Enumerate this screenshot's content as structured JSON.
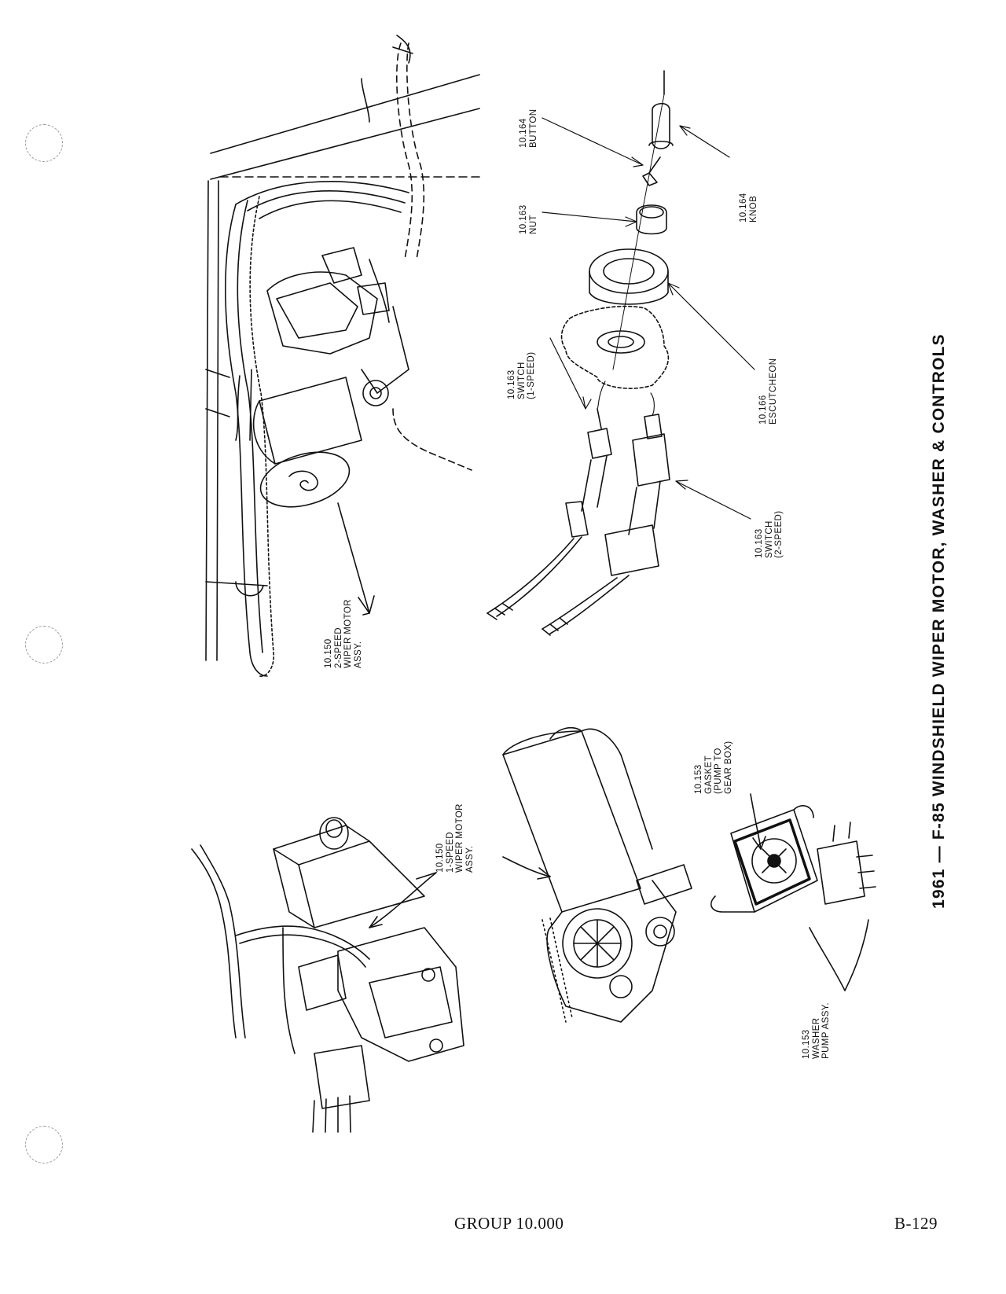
{
  "title": "1961 — F-85 WINDSHIELD WIPER MOTOR, WASHER & CONTROLS",
  "footer": {
    "group": "GROUP 10.000",
    "page": "B-129"
  },
  "callouts": {
    "c1": {
      "num": "10.164",
      "name": "BUTTON"
    },
    "c2": {
      "num": "10.163",
      "name": "NUT"
    },
    "c3": {
      "num": "10.164",
      "name": "KNOB"
    },
    "c4": {
      "num": "10.166",
      "name": "ESCUTCHEON"
    },
    "c5": {
      "num": "10.163",
      "name": "SWITCH",
      "sub": "(1-SPEED)"
    },
    "c6": {
      "num": "10.163",
      "name": "SWITCH",
      "sub": "(2-SPEED)"
    },
    "c7": {
      "num": "10.150",
      "name": "2-SPEED",
      "sub": "WIPER MOTOR",
      "sub2": "ASSY."
    },
    "c8": {
      "num": "10.150",
      "name": "1-SPEED",
      "sub": "WIPER MOTOR",
      "sub2": "ASSY."
    },
    "c9": {
      "num": "10.153",
      "name": "GASKET",
      "sub": "(PUMP TO",
      "sub2": "GEAR BOX)"
    },
    "c10": {
      "num": "10.153",
      "name": "WASHER",
      "sub": "PUMP ASSY."
    }
  }
}
